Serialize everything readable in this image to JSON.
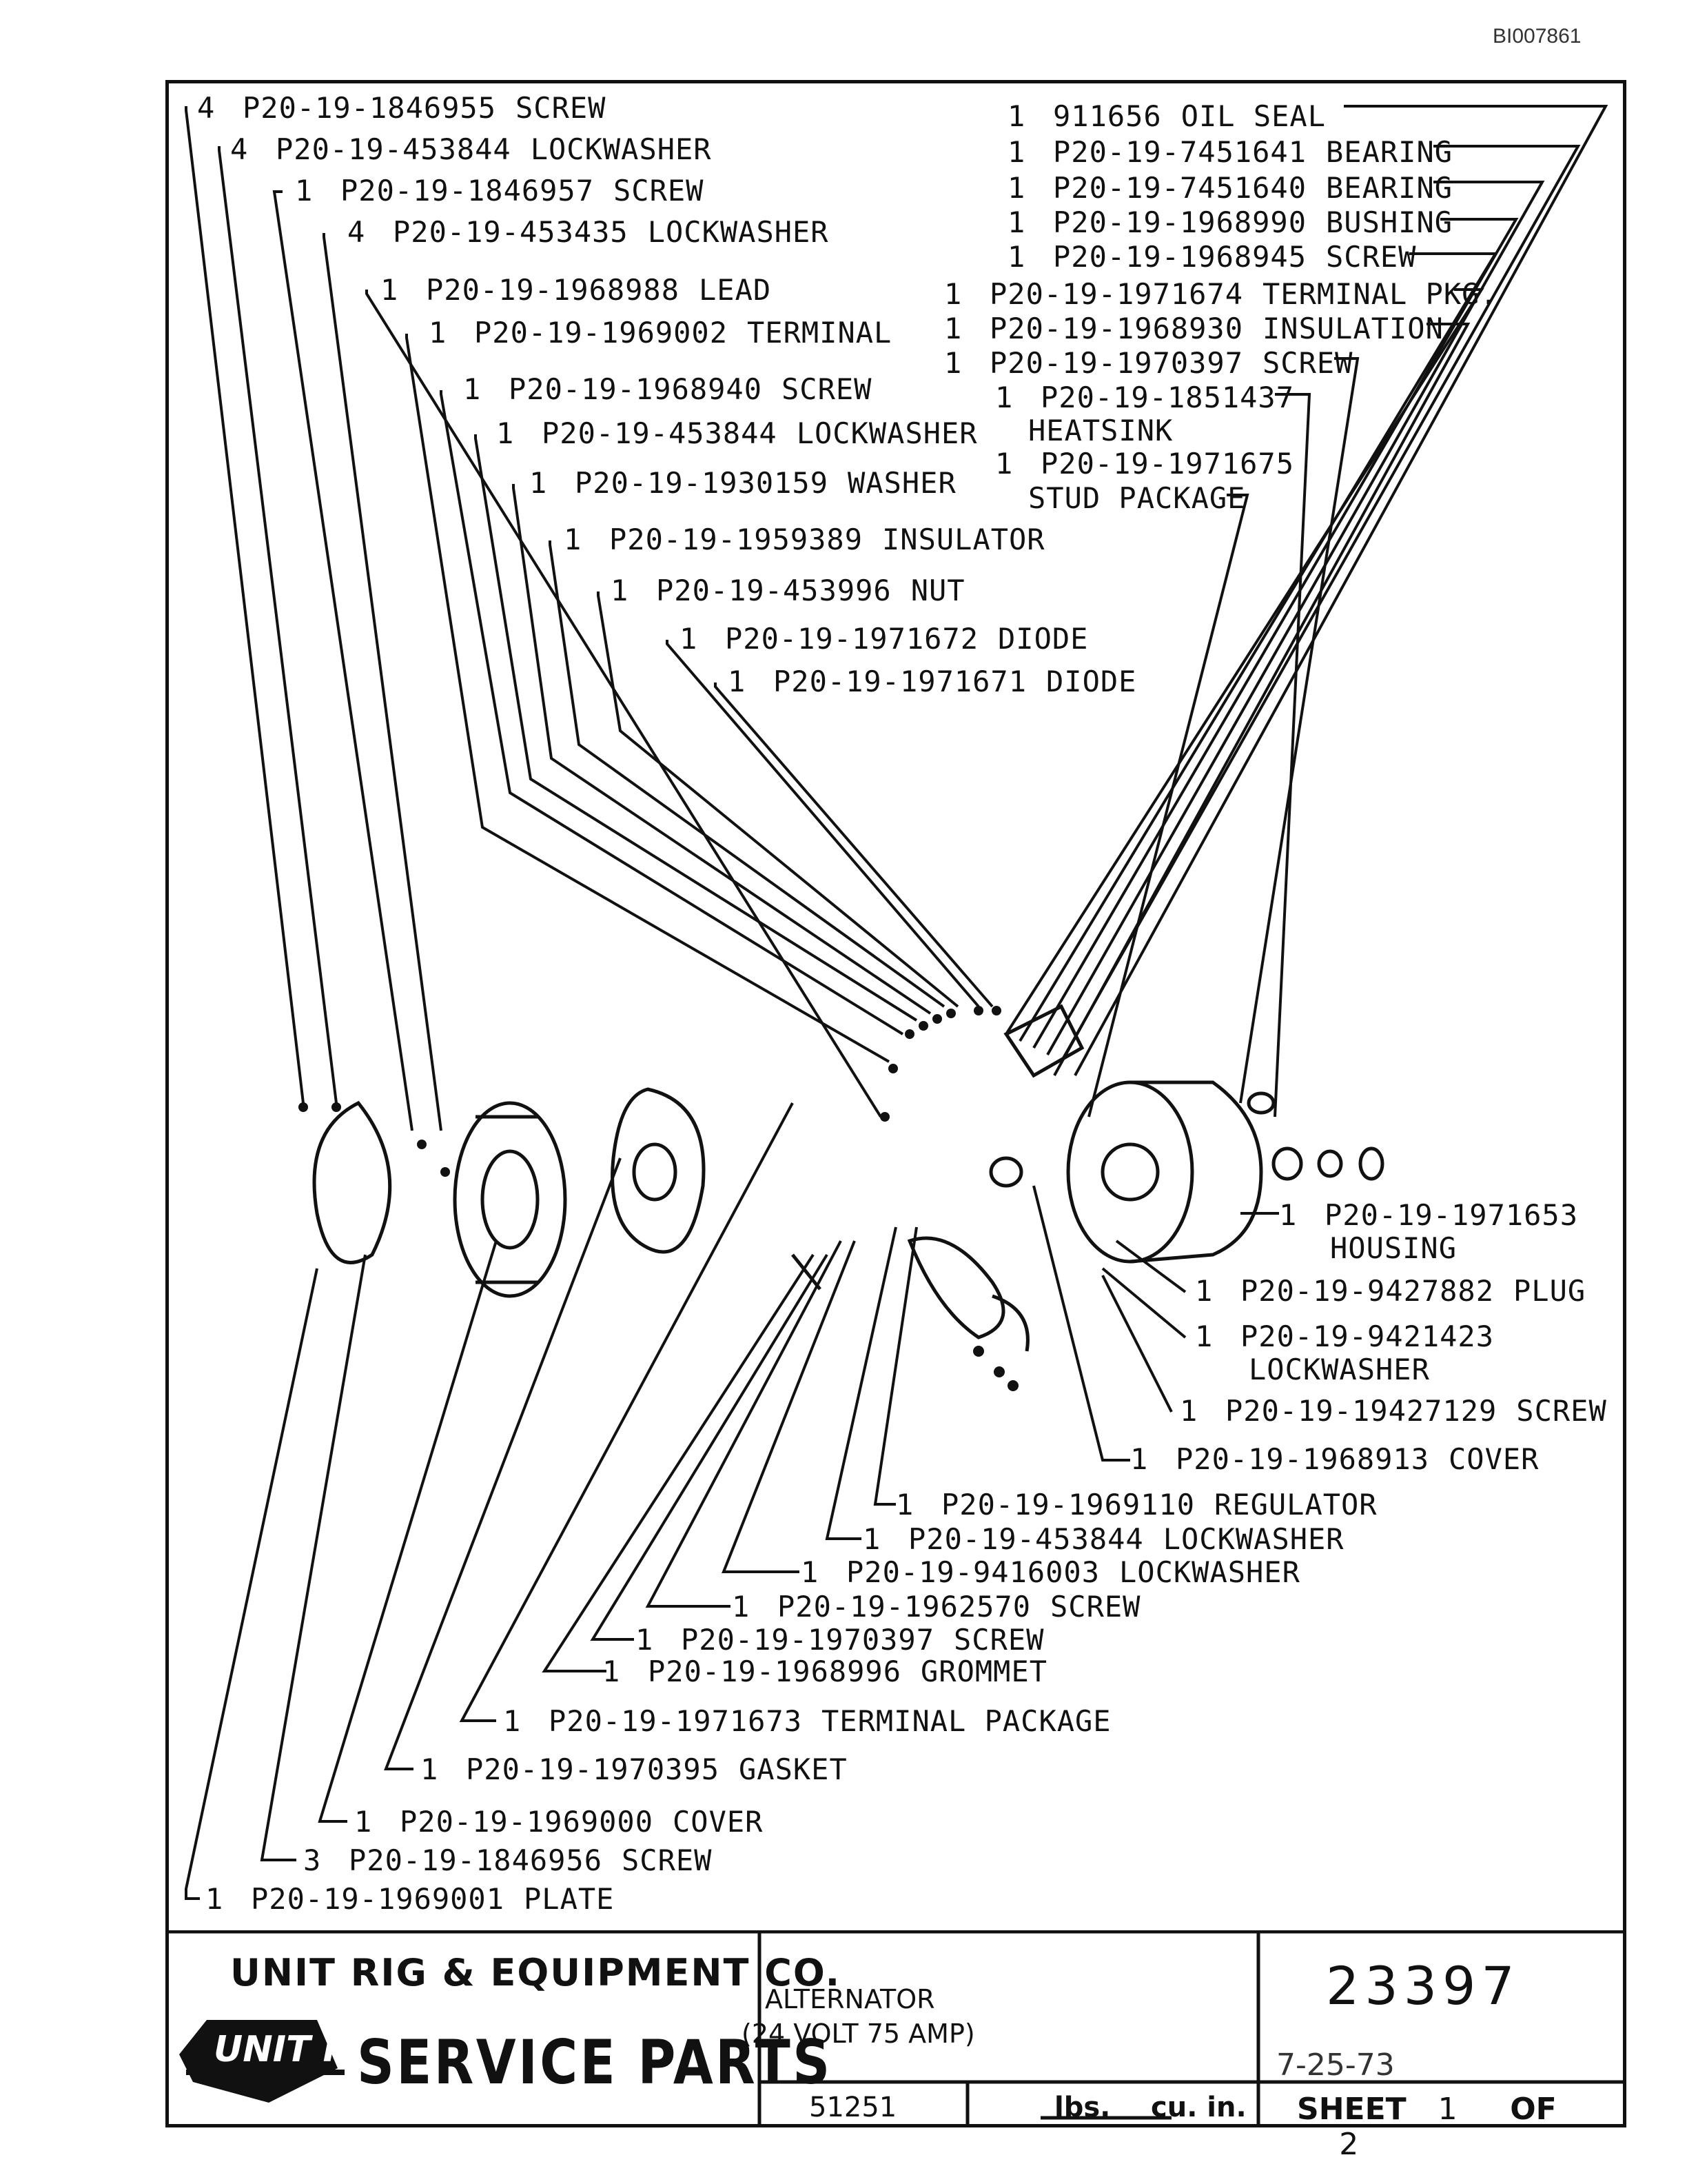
{
  "doc_id": "BI007861",
  "callouts_left": [
    {
      "qty": "4",
      "part": "P20-19-1846955",
      "desc": "SCREW"
    },
    {
      "qty": "4",
      "part": "P20-19-453844",
      "desc": "LOCKWASHER"
    },
    {
      "qty": "1",
      "part": "P20-19-1846957",
      "desc": "SCREW"
    },
    {
      "qty": "4",
      "part": "P20-19-453435",
      "desc": "LOCKWASHER"
    },
    {
      "qty": "1",
      "part": "P20-19-1968988",
      "desc": "LEAD"
    },
    {
      "qty": "1",
      "part": "P20-19-1969002",
      "desc": "TERMINAL"
    },
    {
      "qty": "1",
      "part": "P20-19-1968940",
      "desc": "SCREW"
    },
    {
      "qty": "1",
      "part": "P20-19-453844",
      "desc": "LOCKWASHER"
    },
    {
      "qty": "1",
      "part": "P20-19-1930159",
      "desc": "WASHER"
    },
    {
      "qty": "1",
      "part": "P20-19-1959389",
      "desc": "INSULATOR"
    },
    {
      "qty": "1",
      "part": "P20-19-453996",
      "desc": "NUT"
    },
    {
      "qty": "1",
      "part": "P20-19-1971672",
      "desc": "DIODE"
    },
    {
      "qty": "1",
      "part": "P20-19-1971671",
      "desc": "DIODE"
    }
  ],
  "callouts_right": [
    {
      "qty": "1",
      "part": "911656",
      "desc": "OIL SEAL"
    },
    {
      "qty": "1",
      "part": "P20-19-7451641",
      "desc": "BEARING"
    },
    {
      "qty": "1",
      "part": "P20-19-7451640",
      "desc": "BEARING"
    },
    {
      "qty": "1",
      "part": "P20-19-1968990",
      "desc": "BUSHING"
    },
    {
      "qty": "1",
      "part": "P20-19-1968945",
      "desc": "SCREW"
    },
    {
      "qty": "1",
      "part": "P20-19-1971674",
      "desc": "TERMINAL PKG."
    },
    {
      "qty": "1",
      "part": "P20-19-1968930",
      "desc": "INSULATION"
    },
    {
      "qty": "1",
      "part": "P20-19-1970397",
      "desc": "SCREW"
    },
    {
      "qty": "1",
      "part": "P20-19-1851437",
      "desc": "HEATSINK"
    },
    {
      "qty": "1",
      "part": "P20-19-1971675",
      "desc": "STUD PACKAGE"
    }
  ],
  "callouts_mid": [
    {
      "qty": "1",
      "part": "P20-19-1971653",
      "desc": "HOUSING"
    },
    {
      "qty": "1",
      "part": "P20-19-9427882",
      "desc": "PLUG"
    },
    {
      "qty": "1",
      "part": "P20-19-9421423",
      "desc": "LOCKWASHER"
    },
    {
      "qty": "1",
      "part": "P20-19-19427129",
      "desc": "SCREW"
    },
    {
      "qty": "1",
      "part": "P20-19-1968913",
      "desc": "COVER"
    },
    {
      "qty": "1",
      "part": "P20-19-1969110",
      "desc": "REGULATOR"
    },
    {
      "qty": "1",
      "part": "P20-19-453844",
      "desc": "LOCKWASHER"
    },
    {
      "qty": "1",
      "part": "P20-19-9416003",
      "desc": "LOCKWASHER"
    },
    {
      "qty": "1",
      "part": "P20-19-1962570",
      "desc": "SCREW"
    },
    {
      "qty": "1",
      "part": "P20-19-1970397",
      "desc": "SCREW"
    },
    {
      "qty": "1",
      "part": "P20-19-1968996",
      "desc": "GROMMET"
    },
    {
      "qty": "1",
      "part": "P20-19-1971673",
      "desc": "TERMINAL PACKAGE"
    },
    {
      "qty": "1",
      "part": "P20-19-1970395",
      "desc": "GASKET"
    },
    {
      "qty": "1",
      "part": "P20-19-1969000",
      "desc": "COVER"
    },
    {
      "qty": "3",
      "part": "P20-19-1846956",
      "desc": "SCREW"
    },
    {
      "qty": "1",
      "part": "P20-19-1969001",
      "desc": "PLATE"
    }
  ],
  "title_block": {
    "company": "UNIT RIG & EQUIPMENT CO.",
    "logo_text": "UNIT RIG",
    "service": "SERVICE PARTS",
    "title": "ALTERNATOR",
    "subtitle": "(24 VOLT  75 AMP)",
    "doc_number": "23397",
    "date": "7-25-73",
    "code": "51251",
    "lbs_label": "lbs.",
    "cu_label": "cu. in.",
    "sheet_label": "SHEET",
    "sheet_num": "1",
    "of_label": "OF",
    "sheet_total": "2"
  }
}
